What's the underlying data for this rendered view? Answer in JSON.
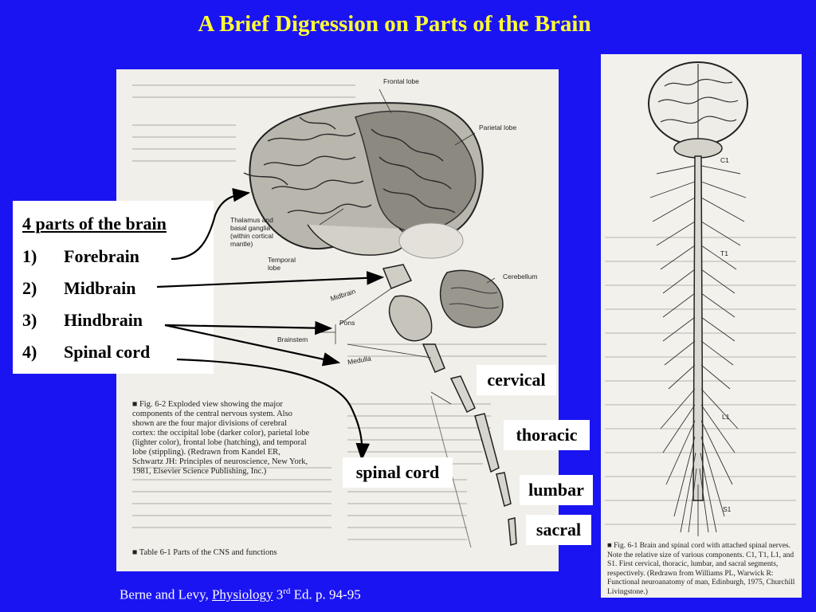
{
  "title": "A Brief Digression on Parts of the Brain",
  "parts_box": {
    "heading": "4 parts of the brain",
    "items": [
      {
        "num": "1)",
        "label": "Forebrain"
      },
      {
        "num": "2)",
        "label": "Midbrain"
      },
      {
        "num": "3)",
        "label": "Hindbrain"
      },
      {
        "num": "4)",
        "label": "Spinal cord"
      }
    ]
  },
  "region_labels": {
    "cervical": "cervical",
    "thoracic": "thoracic",
    "lumbar": "lumbar",
    "sacral": "sacral",
    "spinal_cord": "spinal cord"
  },
  "figure_main": {
    "labels": {
      "frontal_lobe": "Frontal lobe",
      "parietal_lobe": "Parietal lobe",
      "thalamus": "Thalamus and basal ganglia (within cortical mantle)",
      "temporal_lobe": "Temporal lobe",
      "cerebellum": "Cerebellum",
      "midbrain": "Midbrain",
      "pons": "Pons",
      "brainstem": "Brainstem",
      "medulla": "Medulla"
    },
    "caption": "■ Fig. 6-2   Exploded view showing the major components of the central nervous system. Also shown are the four major divisions of cerebral cortex: the occipital lobe (darker color), parietal lobe (lighter color), frontal lobe (hatching), and temporal lobe (stippling). (Redrawn from Kandel ER, Schwartz JH: Principles of neuroscience, New York, 1981, Elsevier Science Publishing, Inc.)",
    "table_caption": "■ Table 6-1    Parts of the CNS and functions"
  },
  "figure_side": {
    "labels": {
      "c1": "C1",
      "t1": "T1",
      "l1": "L1",
      "s1": "S1"
    },
    "caption": "■ Fig. 6-1   Brain and spinal cord with attached spinal nerves. Note the relative size of various components. C1, T1, L1, and S1. First cervical, thoracic, lumbar, and sacral segments, respectively. (Redrawn from Williams PL, Warwick R: Functional neuroanatomy of man, Edinburgh, 1975, Churchill Livingstone.)"
  },
  "source": {
    "authors": "Berne and Levy, ",
    "book": "Physiology",
    "edition_num": " 3",
    "edition_sup": "rd",
    "rest": " Ed. p. 94-95"
  },
  "colors": {
    "background": "#1a14f2",
    "title": "#ffff33",
    "panel": "#ffffff"
  }
}
